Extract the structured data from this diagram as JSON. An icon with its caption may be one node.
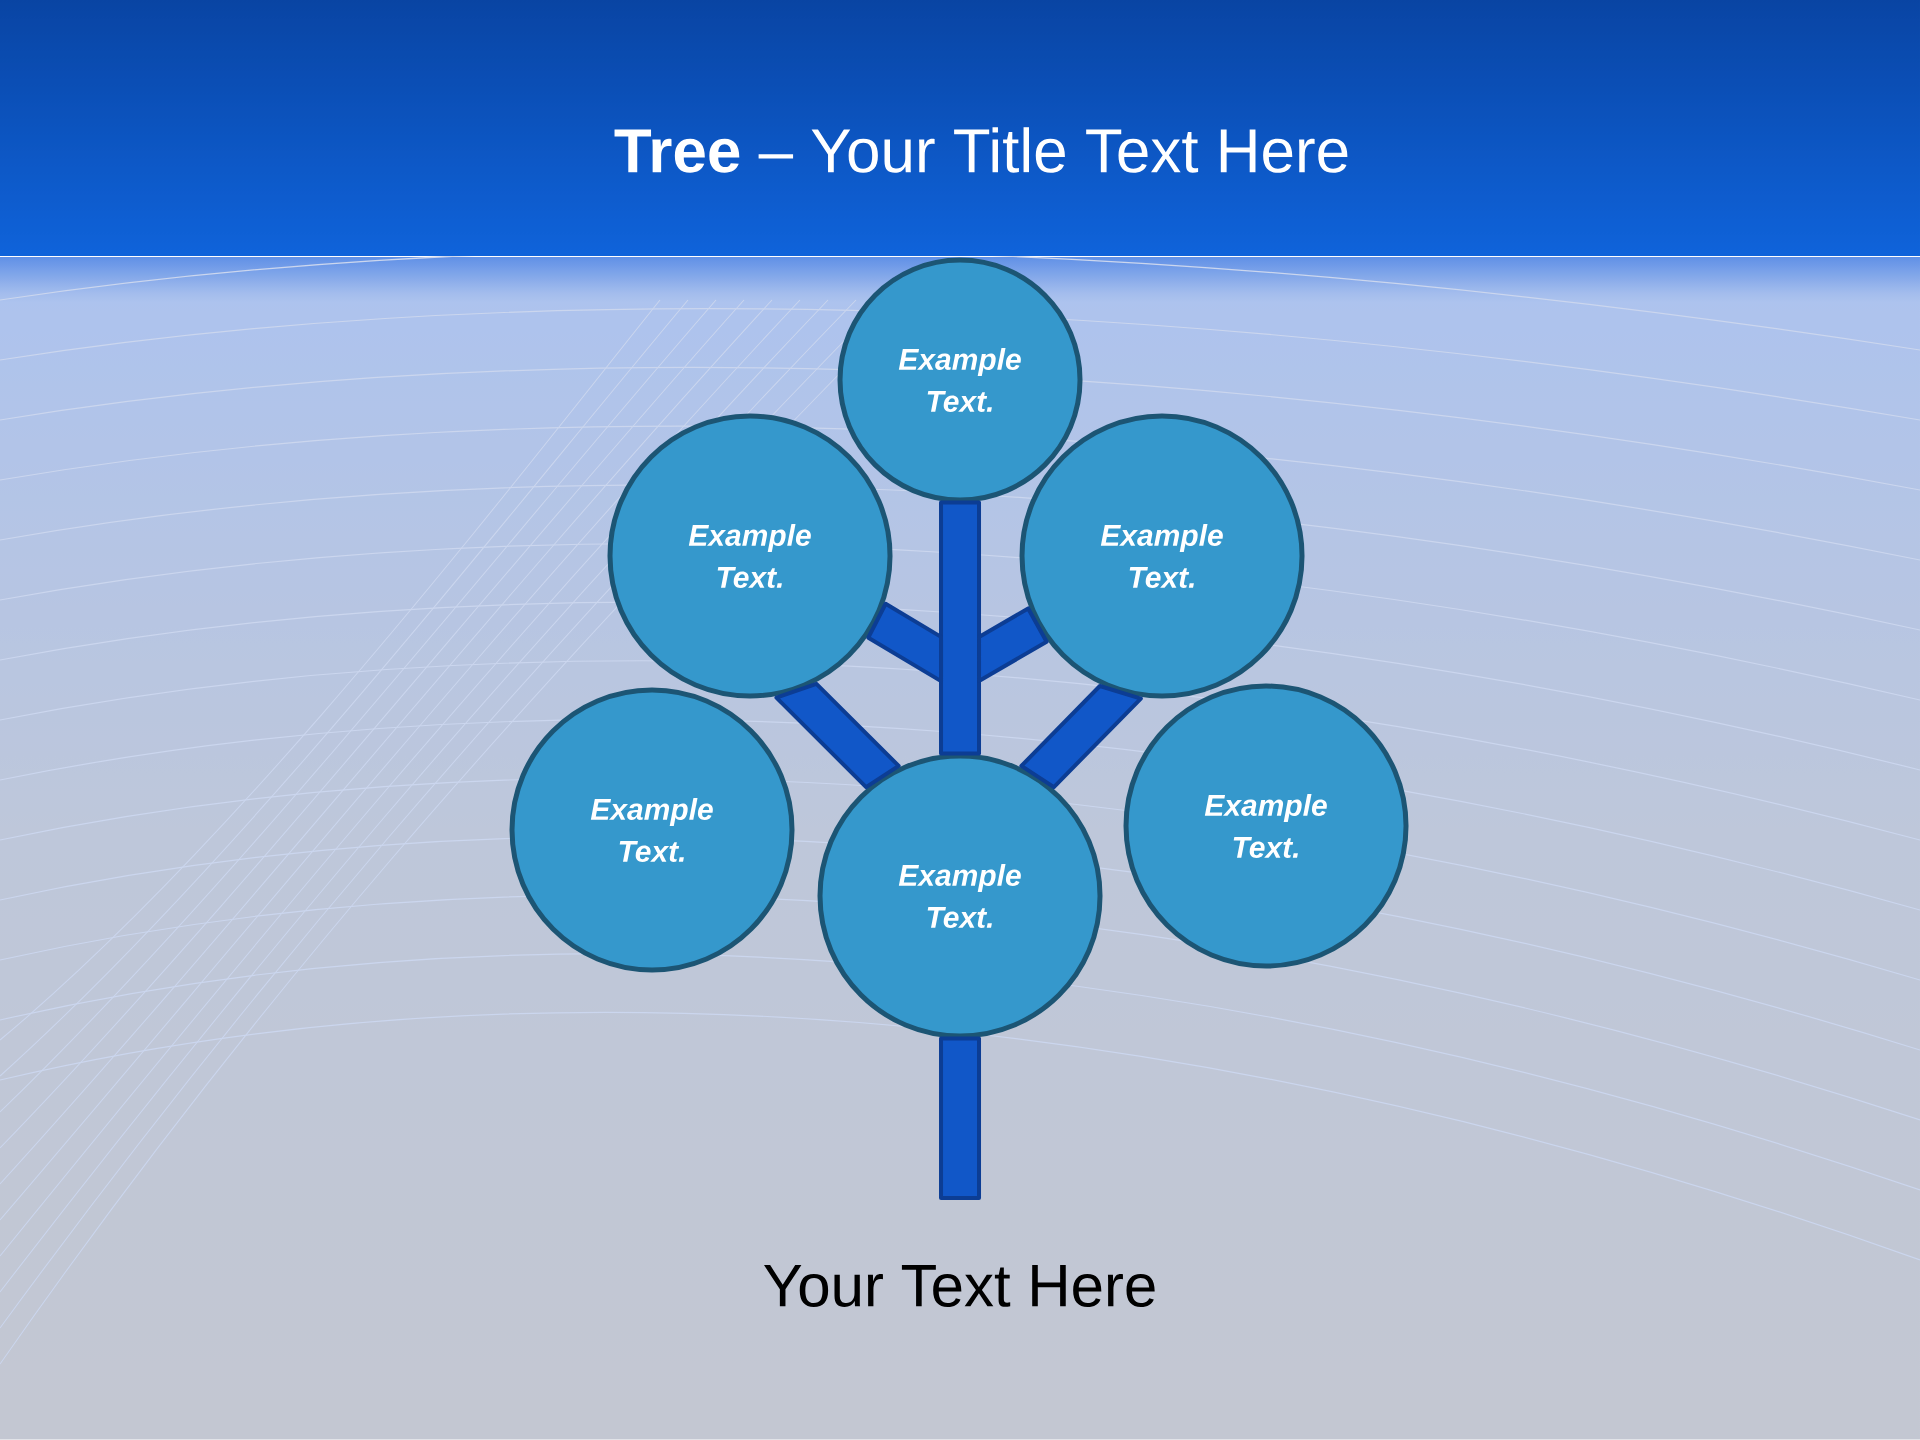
{
  "diagram": {
    "title": "**Tree** – Your Title Text Here",
    "nodes": [
      {
        "text": [
          "Example Text."
        ]
      },
      {
        "text": [
          "Example Text."
        ]
      },
      {
        "text": [
          "Example Text."
        ]
      },
      {
        "text": [
          "Example Text."
        ]
      },
      {
        "text": [
          "Example Text."
        ]
      },
      {
        "text": [
          "Example Text."
        ]
      }
    ],
    "edges": [
      {
        "from": null,
        "to": 4,
        "arrow": "none"
      },
      {
        "from": 4,
        "to": 0,
        "arrow": "none"
      },
      {
        "from": 4,
        "to": 1,
        "arrow": "none"
      },
      {
        "from": 4,
        "to": 2,
        "arrow": "none"
      },
      {
        "from": 4,
        "to": 1,
        "arrow": "none"
      },
      {
        "from": 4,
        "to": 2,
        "arrow": "none"
      }
    ],
    "labels": [
      "Your Text Here"
    ]
  }
}
